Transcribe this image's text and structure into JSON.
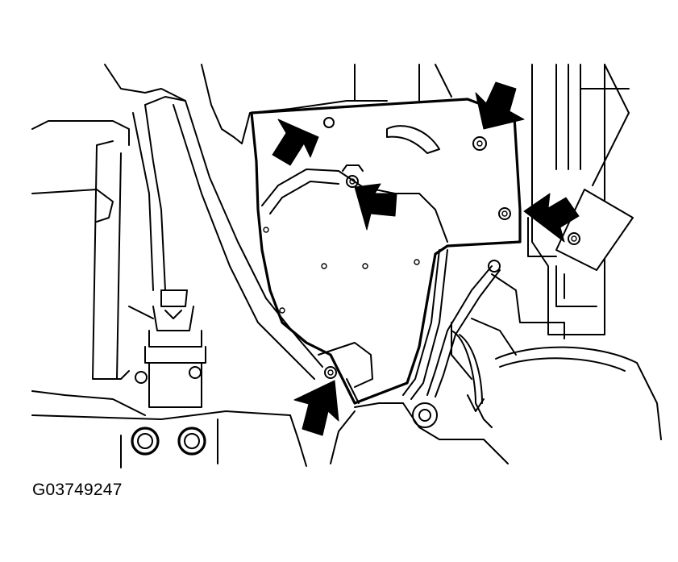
{
  "figure": {
    "code": "G03749247",
    "callouts": [
      "arrow-top-left",
      "arrow-center",
      "arrow-top-right",
      "arrow-right",
      "arrow-bottom"
    ],
    "colors": {
      "line": "#000000",
      "background": "#ffffff"
    }
  }
}
